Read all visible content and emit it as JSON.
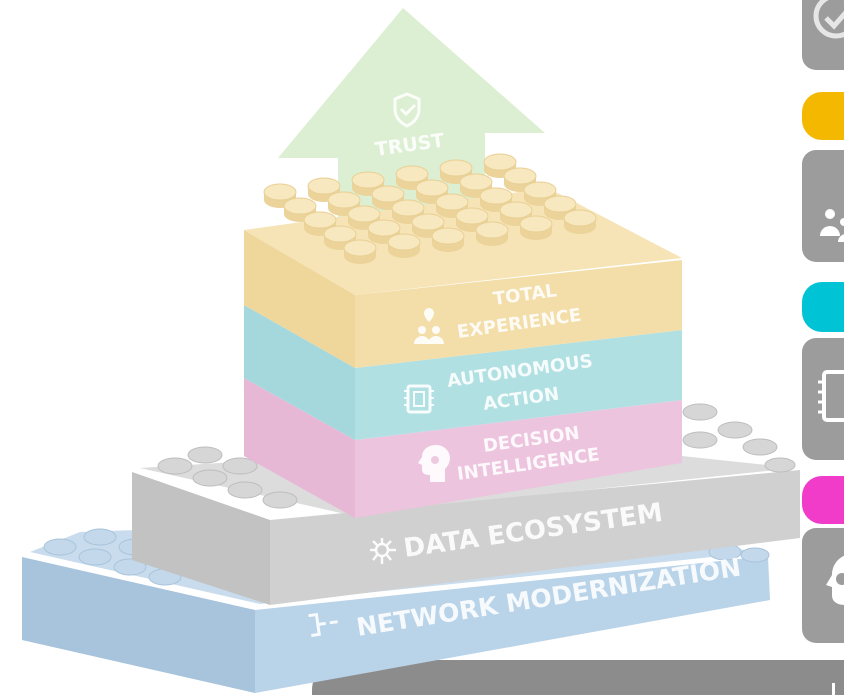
{
  "diagram": {
    "top": {
      "label": "TRUST",
      "icon": "shield-check-icon",
      "color": "#b9e3a8"
    },
    "layers": [
      {
        "id": "total-experience",
        "lines": [
          "TOTAL",
          "EXPERIENCE"
        ],
        "icon": "people-location-icon",
        "color": "#f2dca0"
      },
      {
        "id": "autonomous-action",
        "lines": [
          "AUTONOMOUS",
          "ACTION"
        ],
        "icon": "chip-icon",
        "color": "#a9dde0"
      },
      {
        "id": "decision-intelligence",
        "lines": [
          "DECISION",
          "INTELLIGENCE"
        ],
        "icon": "brain-head-icon",
        "color": "#ecbfdc"
      },
      {
        "id": "data-ecosystem",
        "lines": [
          "DATA ECOSYSTEM"
        ],
        "icon": "network-nodes-icon",
        "color": "#cfcfcf"
      },
      {
        "id": "network-modernization",
        "lines": [
          "NETWORK MODERNIZATION"
        ],
        "icon": "branch-arrow-icon",
        "color": "#a9c9e2"
      }
    ]
  },
  "sidebar": {
    "accent_colors": [
      "#f5b800",
      "#00c4d6",
      "#f03cc8"
    ],
    "card_color": "#9c9c9c",
    "card_icons": [
      "shield-check-icon",
      "people-location-icon",
      "chip-icon",
      "brain-head-icon"
    ]
  },
  "footer_bar": {
    "color": "#8c8c8c",
    "text": ""
  }
}
